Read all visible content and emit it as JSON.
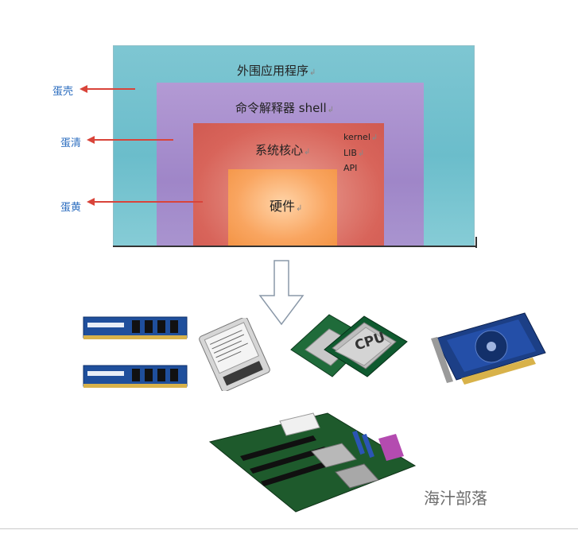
{
  "layers": {
    "outer": "外围应用程序",
    "shell": "命令解释器 shell",
    "kernel": "系统核心",
    "kernel_parts": [
      "kernel",
      "LIB",
      "API"
    ],
    "hardware": "硬件"
  },
  "side_labels": [
    "蛋壳",
    "蛋清",
    "蛋黄"
  ],
  "hardware_items": [
    "memory-module",
    "memory-module",
    "hard-disk",
    "cpu",
    "graphics-card",
    "motherboard"
  ],
  "cpu_label": "CPU",
  "watermark": "海汁部落",
  "colors": {
    "outer": "#7ec6d2",
    "shell": "#a58ccb",
    "kernel": "#d8645a",
    "hardware": "#f9a560",
    "arrow": "#d9443a",
    "side_label": "#2f6fc0"
  }
}
